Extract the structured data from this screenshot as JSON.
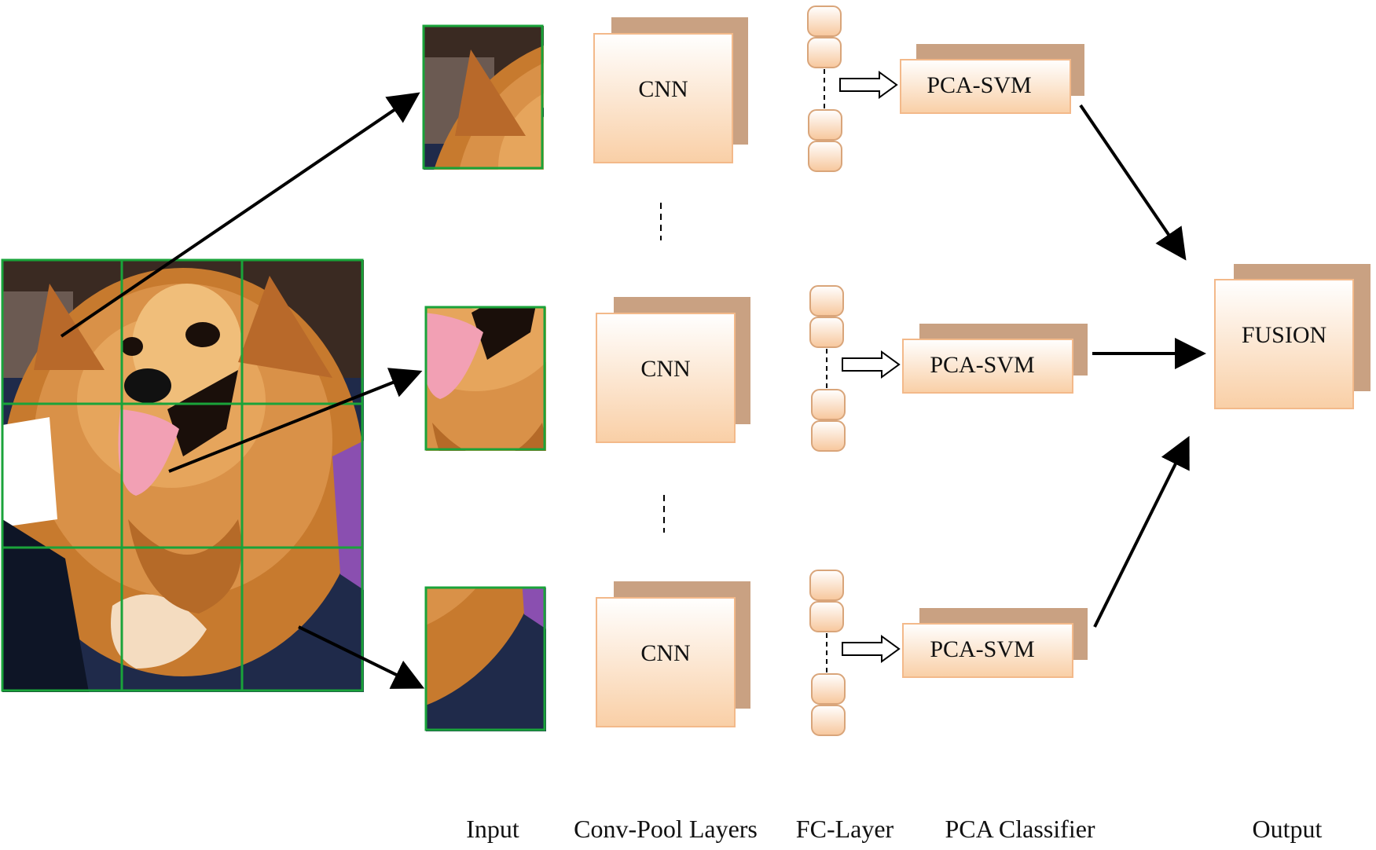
{
  "blocks": {
    "cnn_label": "CNN",
    "classifier_label": "PCA-SVM",
    "fusion_label": "FUSION"
  },
  "columns": {
    "input": "Input",
    "conv_pool": "Conv-Pool Layers",
    "fc": "FC-Layer",
    "pca": "PCA Classifier",
    "output": "Output"
  },
  "colors": {
    "grid_green": "#1aa33a",
    "block_shadow": "#c9a182",
    "block_top": "#ffffff",
    "block_bottom": "#f9cfa6",
    "block_border": "#f3b98a",
    "arrow": "#000000"
  },
  "icons": {
    "dog_photo": "pomeranian-photo",
    "fc_node": "fc-neuron-icon",
    "hollow_arrow": "hollow-arrow-icon"
  }
}
